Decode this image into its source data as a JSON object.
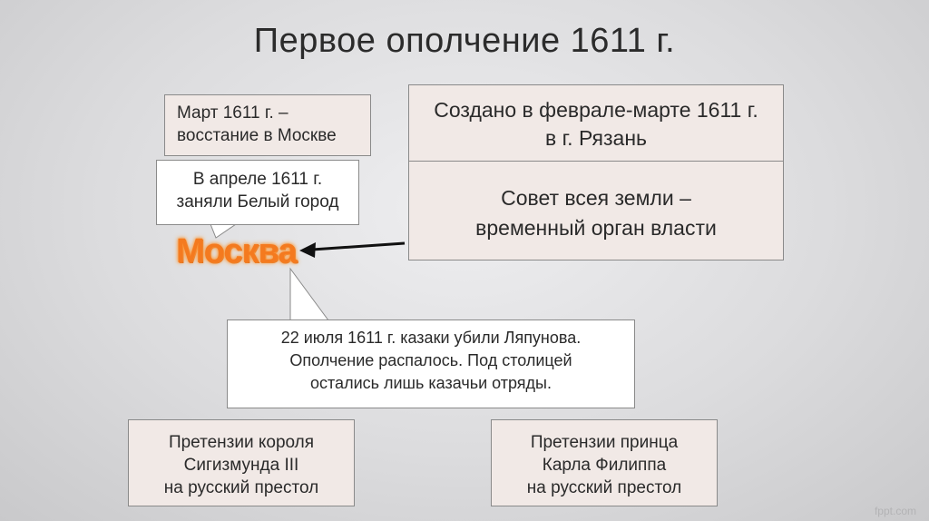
{
  "title": "Первое ополчение 1611 г.",
  "march_box": {
    "lines": [
      "Март 1611 г. –",
      "восстание в Москве"
    ]
  },
  "april_box": {
    "lines": [
      "В апреле 1611 г.",
      "заняли Белый город"
    ]
  },
  "founded_box": {
    "lines": [
      "Создано в феврале-марте 1611 г.",
      "в г. Рязань"
    ]
  },
  "council_box": {
    "lines": [
      "Совет всея земли –",
      "временный орган власти"
    ]
  },
  "moscow_label": "Москва",
  "july_box": {
    "lines": [
      "22 июля 1611 г. казаки убили Ляпунова.",
      "Ополчение распалось. Под столицей",
      "остались лишь казачьи отряды."
    ]
  },
  "sigismund_box": {
    "lines": [
      "Претензии короля",
      "Сигизмунда III",
      "на русский престол"
    ]
  },
  "karl_box": {
    "lines": [
      "Претензии принца",
      "Карла Филиппа",
      "на русский престол"
    ]
  },
  "watermark": "fppt.com"
}
